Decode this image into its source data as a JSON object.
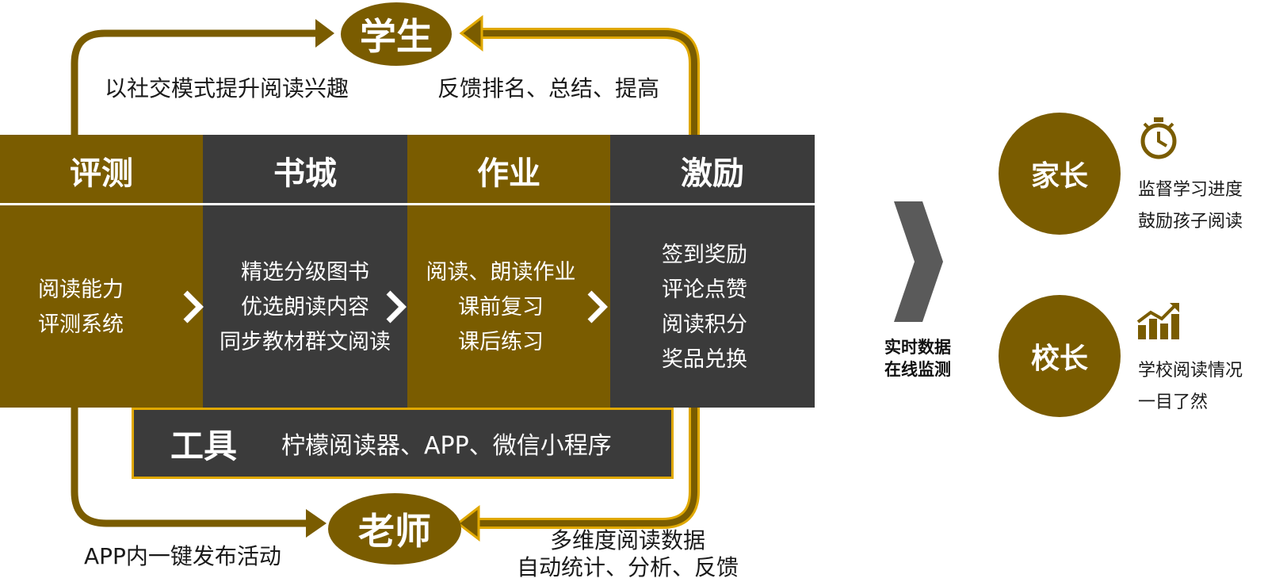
{
  "loop": {
    "student": "学生",
    "teacher": "老师",
    "top_left_caption": "以社交模式提升阅读兴趣",
    "top_right_caption": "反馈排名、总结、提高",
    "bottom_left_caption": "APP内一键发布活动",
    "bottom_right_caption": [
      "多维度阅读数据",
      "自动统计、分析、反馈"
    ]
  },
  "columns": [
    {
      "title": "评测",
      "items": [
        "阅读能力",
        "评测系统"
      ]
    },
    {
      "title": "书城",
      "items": [
        "精选分级图书",
        "优选朗读内容",
        "同步教材群文阅读"
      ]
    },
    {
      "title": "作业",
      "items": [
        "阅读、朗读作业",
        "课前复习",
        "课后练习"
      ]
    },
    {
      "title": "激励",
      "items": [
        "签到奖励",
        "评论点赞",
        "阅读积分",
        "奖品兑换"
      ]
    }
  ],
  "tools": {
    "title": "工具",
    "text": "柠檬阅读器、APP、微信小程序"
  },
  "monitor": {
    "lines": [
      "实时数据",
      "在线监测"
    ]
  },
  "roles": [
    {
      "name": "家长",
      "icon": "stopwatch-icon",
      "lines": [
        "监督学习进度",
        "鼓励孩子阅读"
      ]
    },
    {
      "name": "校长",
      "icon": "growth-chart-icon",
      "lines": [
        "学校阅读情况",
        "一目了然"
      ]
    }
  ],
  "colors": {
    "gold": "#7a5c00",
    "dark": "#3b3b3b",
    "accent": "#e0a800",
    "chevron": "#5a5a5a"
  }
}
